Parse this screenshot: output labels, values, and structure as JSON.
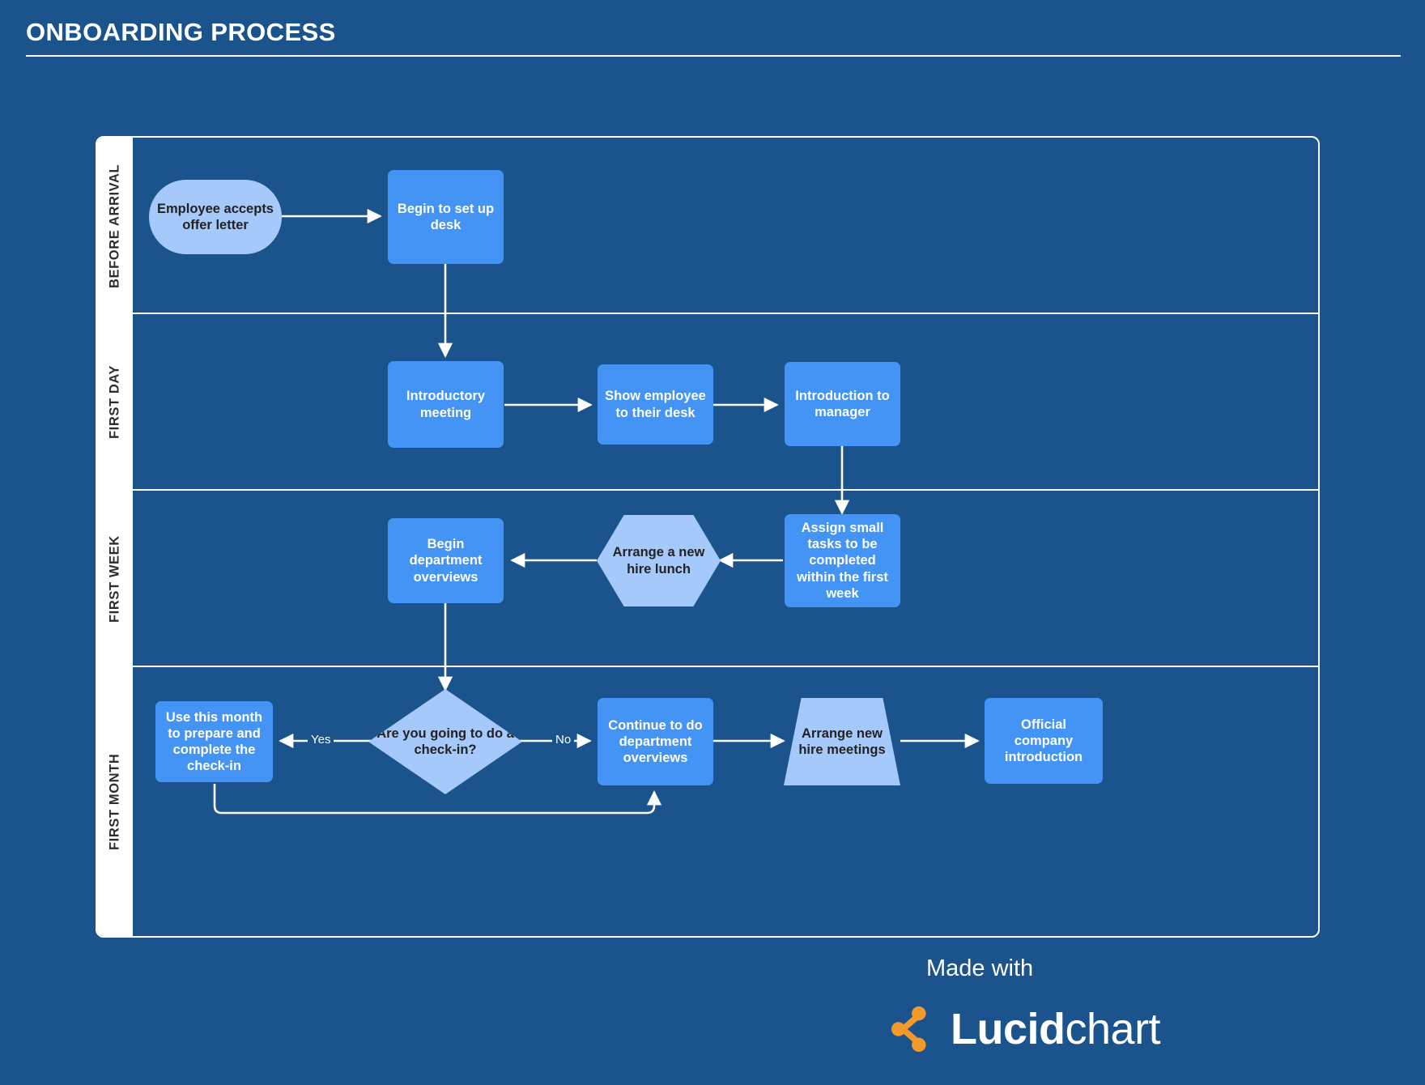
{
  "header": {
    "title": "ONBOARDING PROCESS"
  },
  "colors": {
    "background": "#1b538c",
    "process_fill": "#4394f5",
    "accent_fill": "#a6c9fb",
    "stroke": "#ffffff",
    "dark_text": "#222222",
    "logo_orange": "#f2992b"
  },
  "chart_data": {
    "type": "diagram",
    "title": "ONBOARDING PROCESS",
    "lanes": [
      {
        "id": "before-arrival",
        "label": "BEFORE ARRIVAL"
      },
      {
        "id": "first-day",
        "label": "FIRST DAY"
      },
      {
        "id": "first-week",
        "label": "FIRST WEEK"
      },
      {
        "id": "first-month",
        "label": "FIRST MONTH"
      }
    ],
    "nodes": [
      {
        "id": "n1",
        "lane": "before-arrival",
        "shape": "terminal",
        "label": "Employee accepts offer letter"
      },
      {
        "id": "n2",
        "lane": "before-arrival",
        "shape": "process",
        "label": "Begin to set up desk"
      },
      {
        "id": "n3",
        "lane": "first-day",
        "shape": "process",
        "label": "Introductory meeting"
      },
      {
        "id": "n4",
        "lane": "first-day",
        "shape": "process",
        "label": "Show employee to their desk"
      },
      {
        "id": "n5",
        "lane": "first-day",
        "shape": "process",
        "label": "Introduction to manager"
      },
      {
        "id": "n6",
        "lane": "first-week",
        "shape": "process",
        "label": "Assign small tasks to be completed within the first week"
      },
      {
        "id": "n7",
        "lane": "first-week",
        "shape": "hexagon",
        "label": "Arrange a new hire lunch"
      },
      {
        "id": "n8",
        "lane": "first-week",
        "shape": "process",
        "label": "Begin department overviews"
      },
      {
        "id": "n9",
        "lane": "first-month",
        "shape": "diamond",
        "label": "Are you going to do a check-in?"
      },
      {
        "id": "n10",
        "lane": "first-month",
        "shape": "process",
        "label": "Use this month to prepare and complete the check-in"
      },
      {
        "id": "n11",
        "lane": "first-month",
        "shape": "process",
        "label": "Continue to do department overviews"
      },
      {
        "id": "n12",
        "lane": "first-month",
        "shape": "trapezoid",
        "label": "Arrange new hire meetings"
      },
      {
        "id": "n13",
        "lane": "first-month",
        "shape": "process",
        "label": "Official company introduction"
      }
    ],
    "edges": [
      {
        "from": "n1",
        "to": "n2",
        "label": ""
      },
      {
        "from": "n2",
        "to": "n3",
        "label": ""
      },
      {
        "from": "n3",
        "to": "n4",
        "label": ""
      },
      {
        "from": "n4",
        "to": "n5",
        "label": ""
      },
      {
        "from": "n5",
        "to": "n6",
        "label": ""
      },
      {
        "from": "n6",
        "to": "n7",
        "label": ""
      },
      {
        "from": "n7",
        "to": "n8",
        "label": ""
      },
      {
        "from": "n8",
        "to": "n9",
        "label": ""
      },
      {
        "from": "n9",
        "to": "n10",
        "label": "Yes"
      },
      {
        "from": "n9",
        "to": "n11",
        "label": "No"
      },
      {
        "from": "n11",
        "to": "n12",
        "label": ""
      },
      {
        "from": "n12",
        "to": "n13",
        "label": ""
      },
      {
        "from": "n10",
        "to": "n11",
        "label": ""
      }
    ]
  },
  "edge_labels": {
    "yes": "Yes",
    "no": "No"
  },
  "footer": {
    "made_with": "Made with",
    "logo_bold": "Lucid",
    "logo_regular": "chart"
  }
}
